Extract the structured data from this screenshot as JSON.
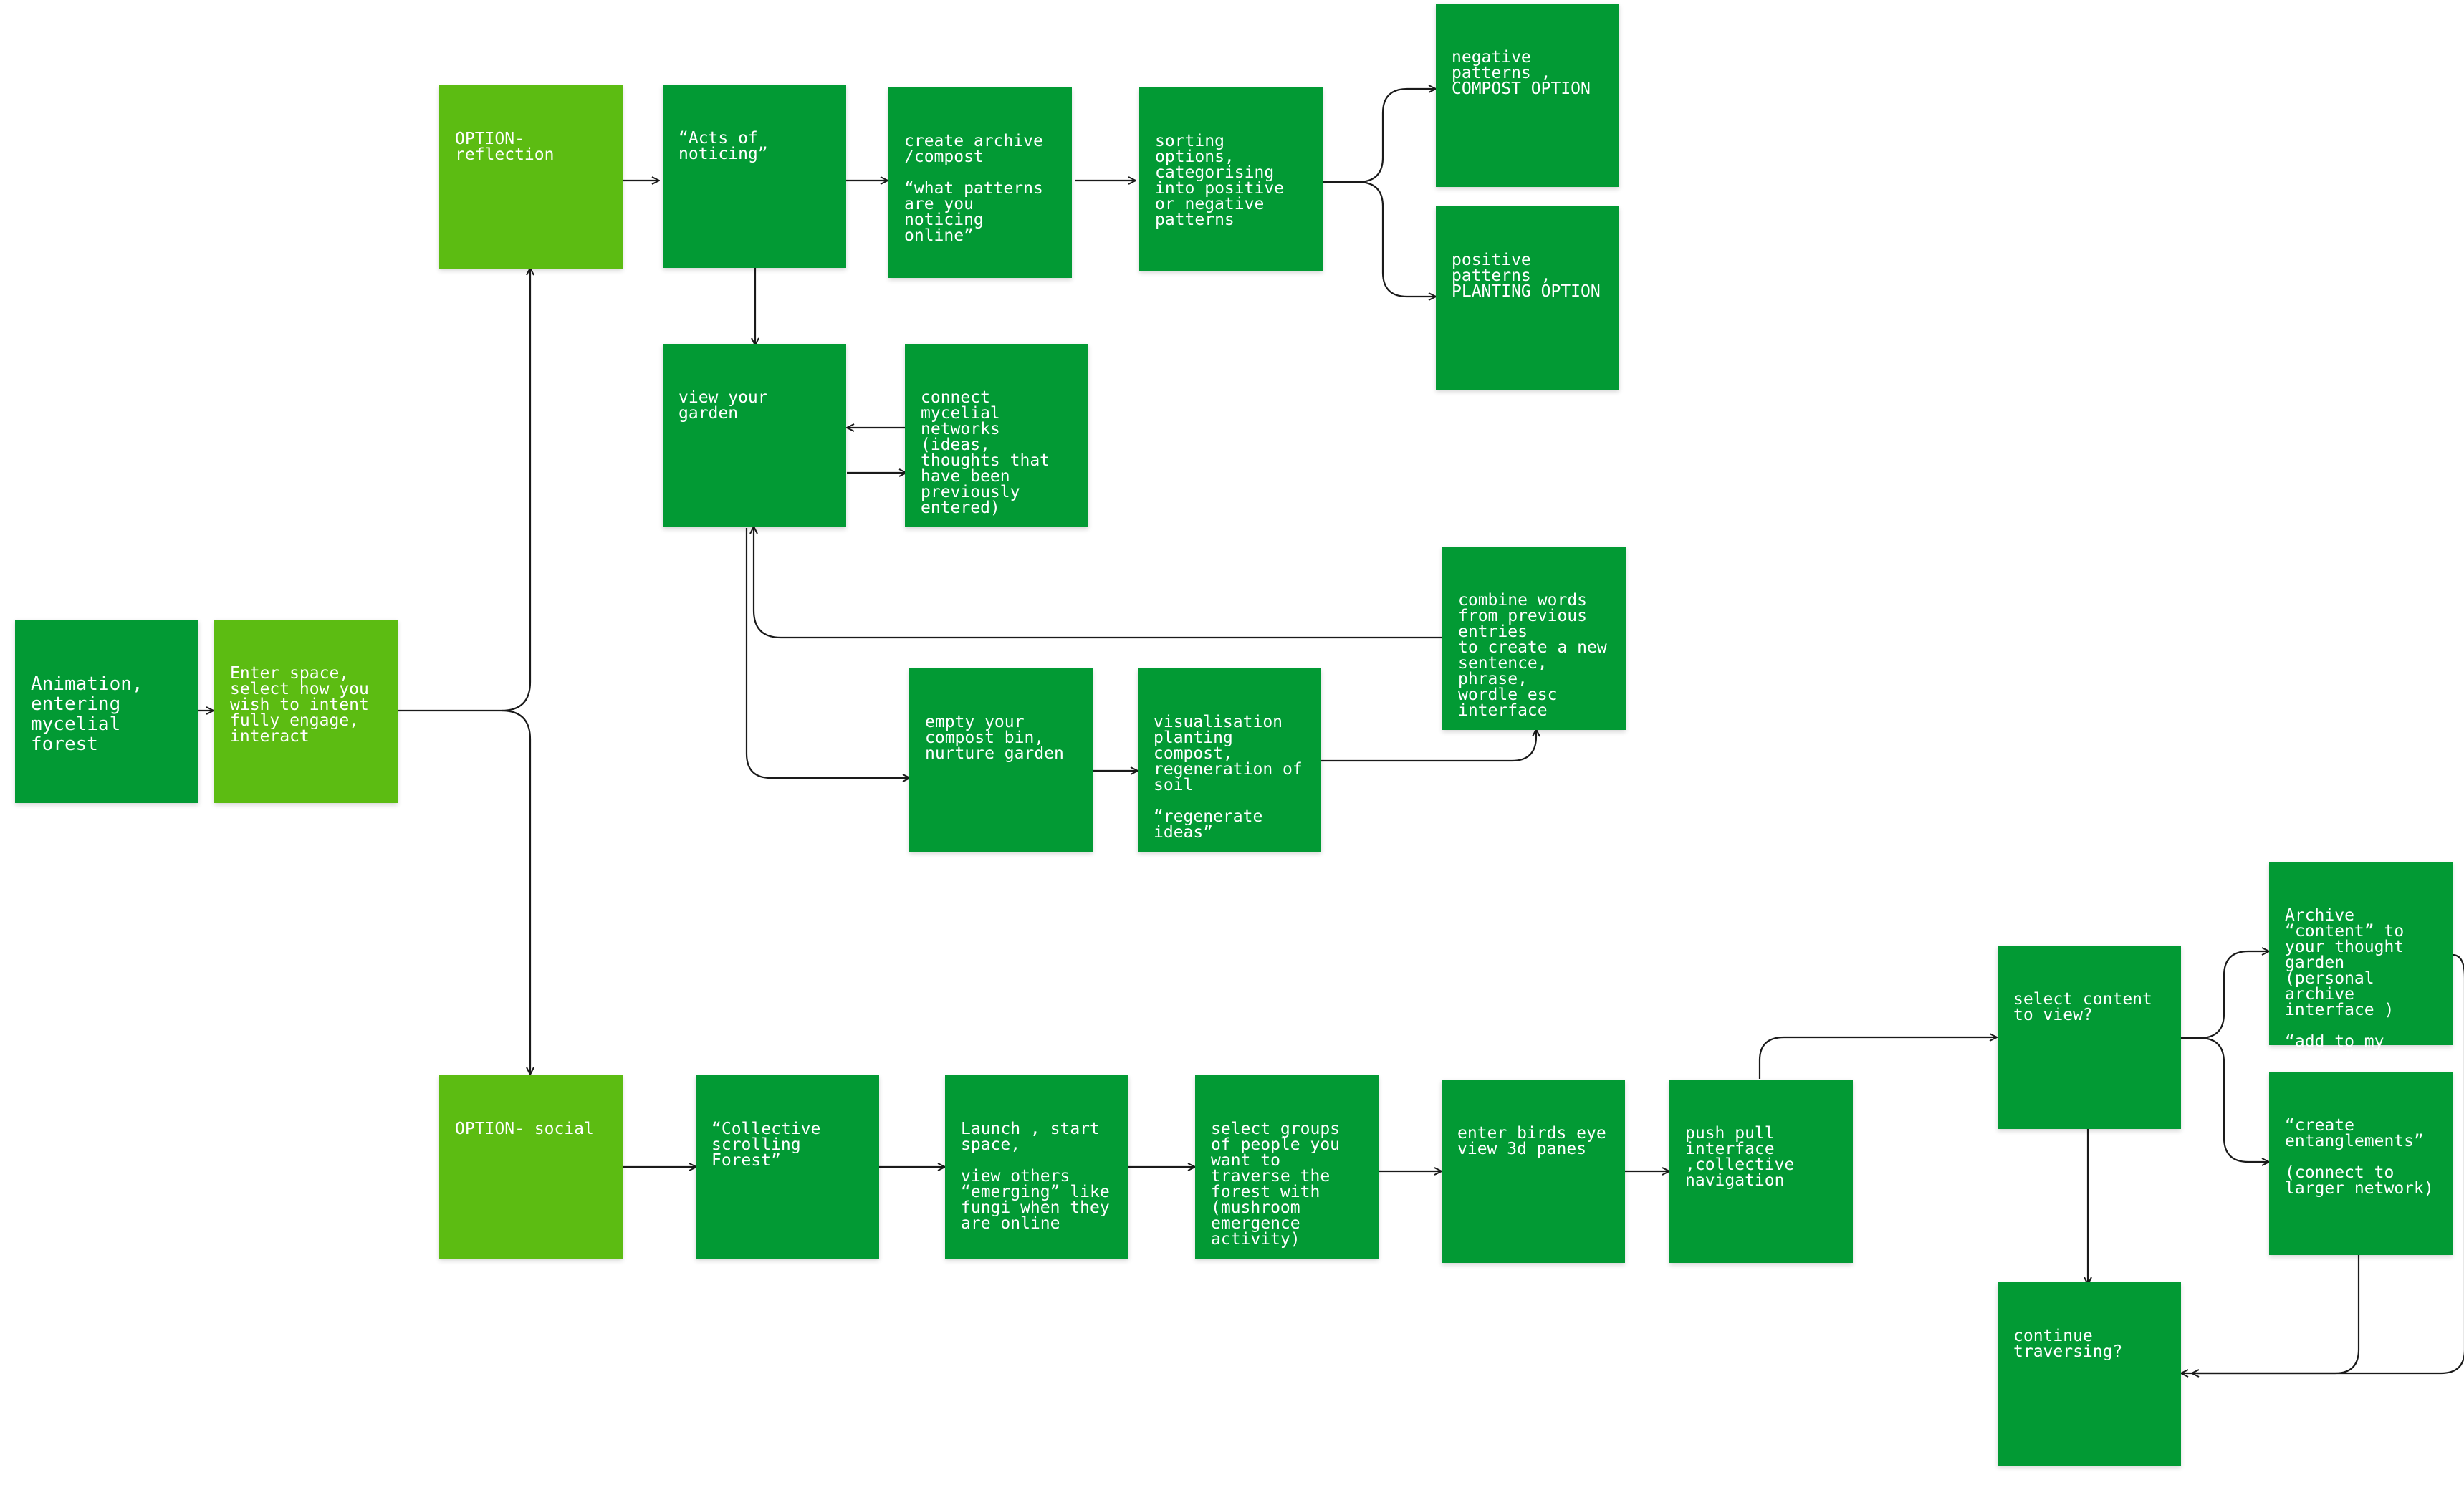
{
  "colors": {
    "note_dark": "#029a34",
    "note_light": "#5cbc12",
    "connector": "#1a1a1a"
  },
  "notes": {
    "animation": "Animation,\nentering\nmycelial\nforest",
    "enter_space": "Enter space,\nselect how you\nwish to intent\nfully engage,\ninteract",
    "option_reflection": "OPTION-\nreflection",
    "acts_noticing": "“Acts of\nnoticing”",
    "create_archive": "create archive\n/compost\n\n“what patterns\nare you\nnoticing\nonline”",
    "sorting_options": "sorting\noptions,\ncategorising\ninto positive\nor negative\npatterns",
    "negative_patterns": "negative\npatterns ,\nCOMPOST OPTION",
    "positive_patterns": "positive\npatterns ,\nPLANTING OPTION",
    "view_garden": "view your\ngarden",
    "connect_mycelial": "connect\nmycelial\nnetworks\n(ideas,\nthoughts that\nhave been\npreviously\nentered)",
    "combine_words": "combine words\nfrom previous\nentries\nto create a new\nsentence,\nphrase,\nwordle esc\ninterface",
    "empty_compost": "empty your\ncompost bin,\nnurture garden",
    "visualisation_planting": "visualisation\nplanting\ncompost,\nregeneration of\nsoil\n\n“regenerate\nideas”",
    "option_social": "OPTION- social",
    "collective_scrolling": "“Collective\nscrolling\nForest”",
    "launch_start": "Launch , start\nspace,\n\nview others\n“emerging” like\nfungi when they\nare online",
    "select_groups": "select groups\nof people you\nwant to\ntraverse the\nforest with\n(mushroom\nemergence\nactivity)",
    "birds_eye": "enter birds eye\nview 3d panes",
    "push_pull": "push pull\ninterface\n,collective\nnavigation",
    "select_content": "select content\nto view?",
    "archive_content": "Archive\n“content” to\nyour thought\ngarden\n(personal\narchive\ninterface )\n\n“add to my\ngarden”",
    "create_entanglements": "“create\nentanglements”\n\n(connect to\nlarger network)",
    "continue_traversing": "continue\ntraversing?"
  }
}
